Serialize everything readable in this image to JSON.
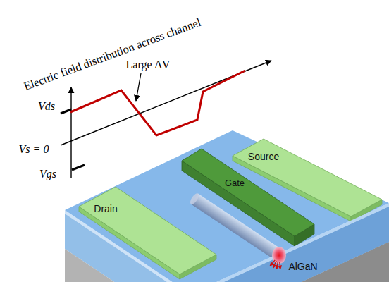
{
  "diagram": {
    "nodes": [
      {
        "text": [
          "Drain"
        ]
      },
      {
        "text": [
          "Gate"
        ]
      },
      {
        "text": [
          "Source"
        ]
      },
      {
        "text": [
          "AlGaN"
        ]
      }
    ],
    "labels": [
      "Electric field distribution across channel",
      "Large ΔV",
      "Vds",
      "Vs = 0",
      "Vgs"
    ]
  }
}
